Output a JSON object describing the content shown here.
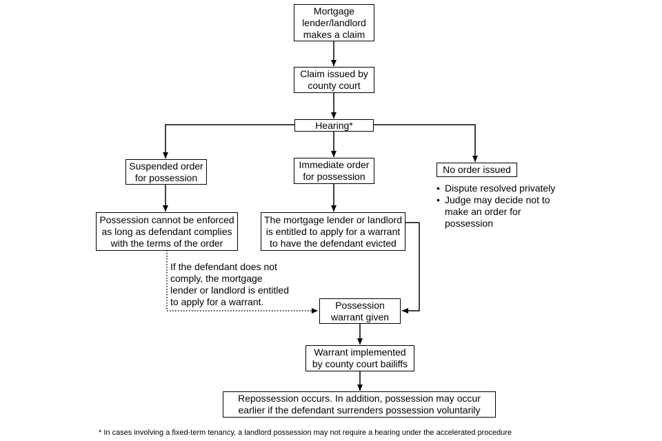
{
  "nodes": {
    "claim": [
      "Mortgage",
      "lender/landlord",
      "makes a claim"
    ],
    "issued": [
      "Claim issued by",
      "county court"
    ],
    "hearing": [
      "Hearing*"
    ],
    "suspended": [
      "Suspended order",
      "for possession"
    ],
    "immediate": [
      "Immediate order",
      "for possession"
    ],
    "no_order": [
      "No order issued"
    ],
    "cannot_enforce": [
      "Possession cannot be enforced",
      "as long as defendant complies",
      "with the terms of the order"
    ],
    "entitled": [
      "The mortgage lender or landlord",
      "is entitled to apply for a warrant",
      "to have the defendant evicted"
    ],
    "warrant_given": [
      "Possession",
      "warrant given"
    ],
    "implemented": [
      "Warrant implemented",
      "by county court bailiffs"
    ],
    "repossession": [
      "Repossession occurs. In addition, possession may occur",
      "earlier if the defendant surrenders possession voluntarily"
    ]
  },
  "no_order_reasons": [
    [
      "Dispute resolved privately"
    ],
    [
      "Judge may decide not to",
      "make an order for",
      "possession"
    ]
  ],
  "dotted_note": [
    "If the defendant does not",
    "comply, the mortgage",
    "lender or landlord is entitled",
    "to apply for a warrant."
  ],
  "footnote": "* In cases involving a fixed-term tenancy, a landlord possession may not require a hearing under the accelerated procedure",
  "colors": {
    "line": "#000000",
    "background": "#ffffff"
  }
}
